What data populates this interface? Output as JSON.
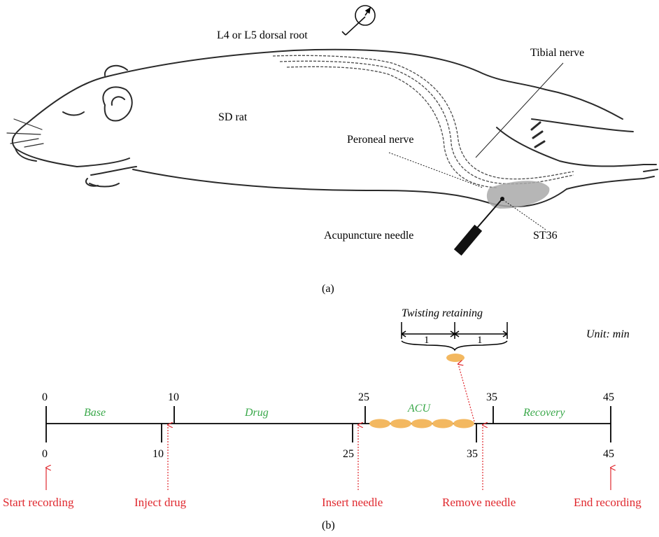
{
  "panel_a": {
    "caption": "(a)",
    "labels": {
      "dorsal_root": "L4 or L5 dorsal root",
      "tibial_nerve": "Tibial nerve",
      "sd_rat": "SD rat",
      "peroneal_nerve": "Peroneal nerve",
      "acupuncture_needle": "Acupuncture needle",
      "st36": "ST36"
    }
  },
  "panel_b": {
    "caption": "(b)",
    "unit": "Unit: min",
    "twisting": {
      "label": "Twisting retaining",
      "seg1": "1",
      "seg2": "1"
    },
    "top_ticks": [
      "0",
      "10",
      "25",
      "35",
      "45"
    ],
    "bottom_ticks": [
      "0",
      "10",
      "25",
      "35",
      "45"
    ],
    "phases": [
      "Base",
      "Drug",
      "ACU",
      "Recovery"
    ],
    "events": [
      "Start recording",
      "Inject drug",
      "Insert needle",
      "Remove needle",
      "End recording"
    ],
    "colors": {
      "phase": "#3aa84a",
      "event": "#e0282e",
      "ellipse": "#f3b860",
      "line": "#000000"
    }
  }
}
